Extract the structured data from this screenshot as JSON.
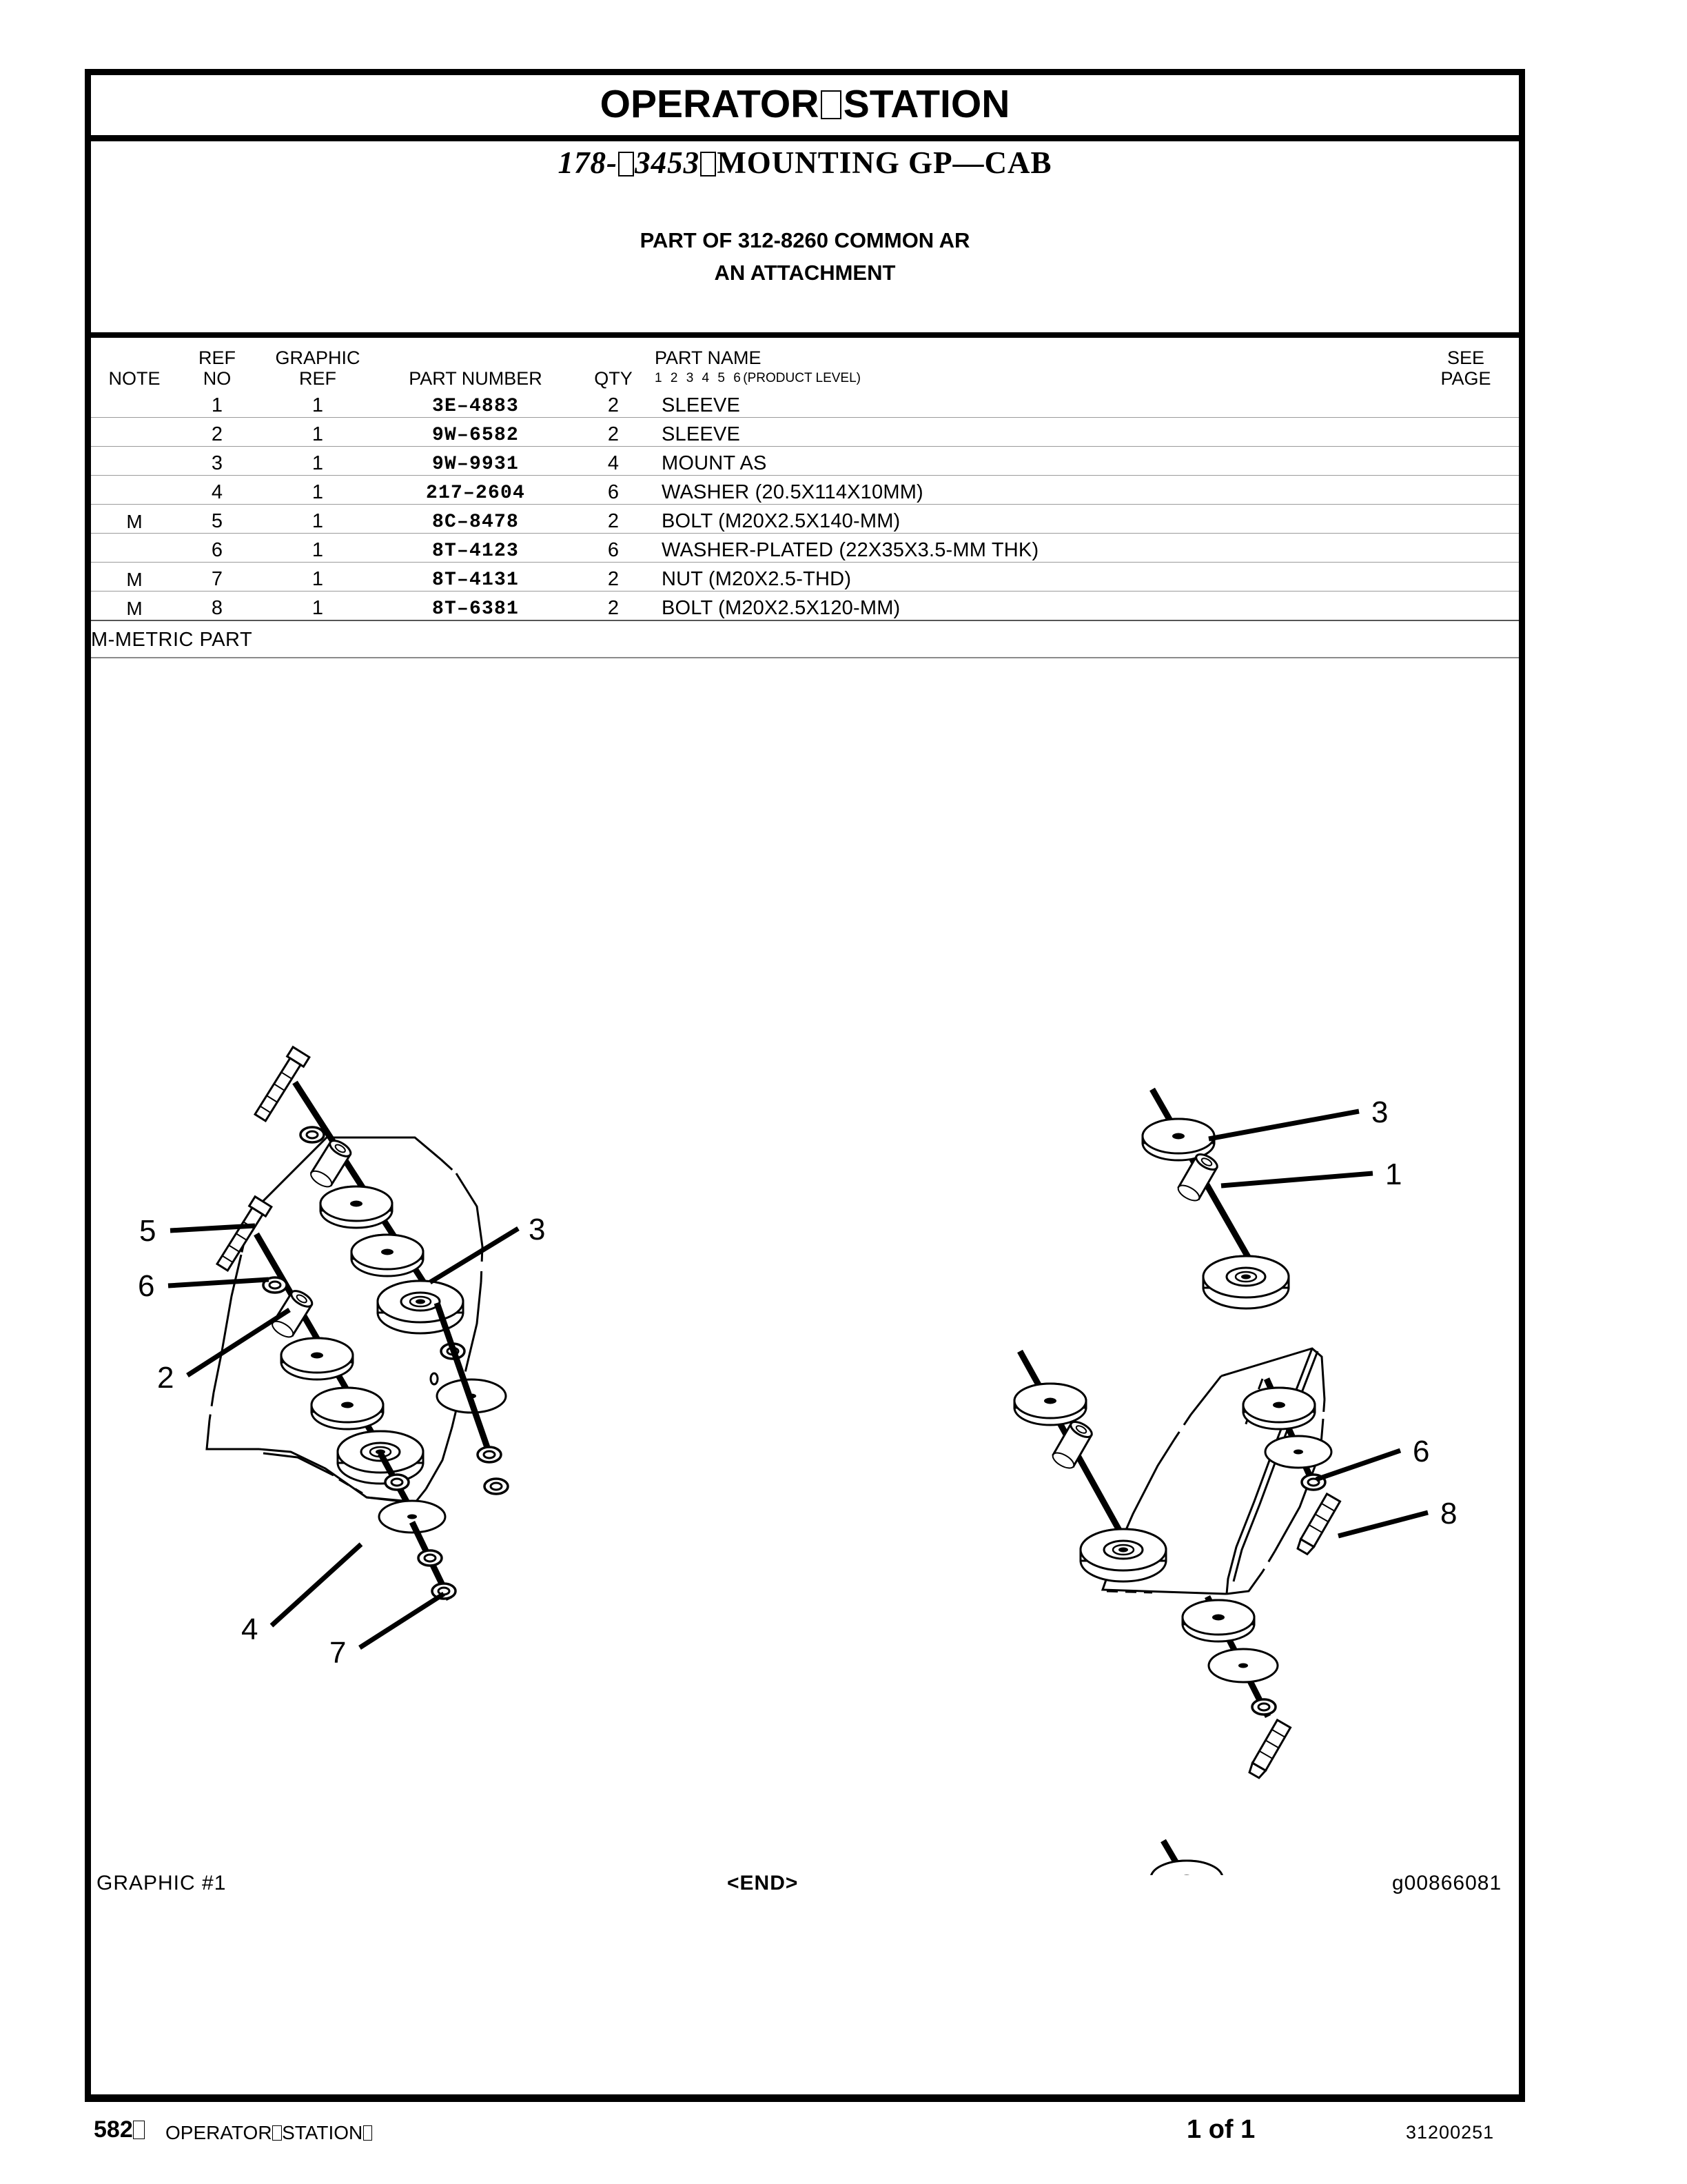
{
  "header": {
    "section_title_part1": "OPERATOR",
    "section_title_part2": "STATION",
    "assembly_number": "178-",
    "assembly_number_cont": "3453",
    "assembly_name": "MOUNTING GP—CAB",
    "subtitle_line1": "PART OF 312-8260 COMMON AR",
    "subtitle_line2": "AN ATTACHMENT"
  },
  "table": {
    "columns": {
      "note": "NOTE",
      "ref_no_line1": "REF",
      "ref_no_line2": "NO",
      "graphic_ref_line1": "GRAPHIC",
      "graphic_ref_line2": "REF",
      "part_number": "PART NUMBER",
      "qty": "QTY",
      "part_name": "PART NAME",
      "product_levels": "1  2  3  4  5  6",
      "product_level_label": "(PRODUCT LEVEL)",
      "see_page_line1": "SEE",
      "see_page_line2": "PAGE"
    },
    "rows": [
      {
        "note": "",
        "ref_no": "1",
        "graphic_ref": "1",
        "part_number": "3E–4883",
        "qty": "2",
        "part_name": "SLEEVE",
        "see_page": ""
      },
      {
        "note": "",
        "ref_no": "2",
        "graphic_ref": "1",
        "part_number": "9W–6582",
        "qty": "2",
        "part_name": "SLEEVE",
        "see_page": ""
      },
      {
        "note": "",
        "ref_no": "3",
        "graphic_ref": "1",
        "part_number": "9W–9931",
        "qty": "4",
        "part_name": "MOUNT AS",
        "see_page": ""
      },
      {
        "note": "",
        "ref_no": "4",
        "graphic_ref": "1",
        "part_number": "217–2604",
        "qty": "6",
        "part_name": "WASHER (20.5X114X10MM)",
        "see_page": ""
      },
      {
        "note": "M",
        "ref_no": "5",
        "graphic_ref": "1",
        "part_number": "8C–8478",
        "qty": "2",
        "part_name": "BOLT (M20X2.5X140-MM)",
        "see_page": ""
      },
      {
        "note": "",
        "ref_no": "6",
        "graphic_ref": "1",
        "part_number": "8T–4123",
        "qty": "6",
        "part_name": "WASHER-PLATED (22X35X3.5-MM THK)",
        "see_page": ""
      },
      {
        "note": "M",
        "ref_no": "7",
        "graphic_ref": "1",
        "part_number": "8T–4131",
        "qty": "2",
        "part_name": "NUT (M20X2.5-THD)",
        "see_page": ""
      },
      {
        "note": "M",
        "ref_no": "8",
        "graphic_ref": "1",
        "part_number": "8T–6381",
        "qty": "2",
        "part_name": "BOLT (M20X2.5X120-MM)",
        "see_page": ""
      }
    ],
    "footnote": "M-METRIC PART"
  },
  "drawing": {
    "callouts_left": [
      "5",
      "6",
      "2",
      "3",
      "4",
      "7"
    ],
    "callouts_right": [
      "3",
      "1",
      "6",
      "8"
    ],
    "graphic_label": "GRAPHIC #1",
    "end_marker": "<END>",
    "graphic_id": "g00866081"
  },
  "footer": {
    "page_number": "582",
    "section_name_part1": "OPERATOR",
    "section_name_part2": "STATION",
    "page_of": "1 of 1",
    "document_number": "31200251"
  }
}
